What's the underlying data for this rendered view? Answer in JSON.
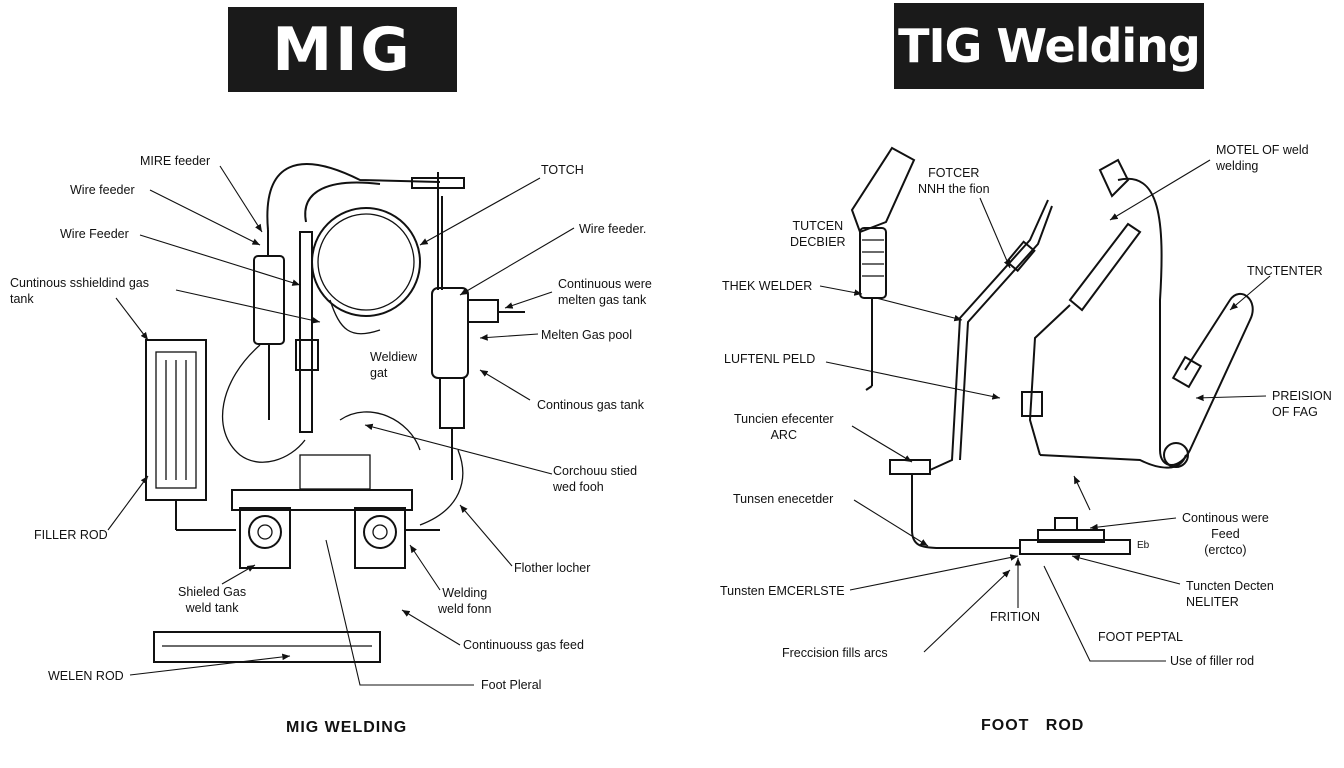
{
  "titles": {
    "mig": "MIG",
    "tig": "TIG Welding"
  },
  "captions": {
    "mig": "MIG  WELDING",
    "tig": "FOOT   ROD"
  },
  "mig_labels": {
    "mire_feeder": "MIRE feeder",
    "wire_feeder_1": "Wire feeder",
    "wire_feeder_2": "Wire Feeder",
    "gas_tank": "Cuntinous sshieldind gas\ntank",
    "totch": "TOTCH",
    "wire_feeder_3": "Wire feeder.",
    "continuous_were": "Continuous were\nmelten gas tank",
    "melten_gas_pool": "Melten Gas pool",
    "weldiew_gat": "Weldiew\ngat",
    "continous_gas_tank": "Continous gas tank",
    "corchouu": "Corchouu stied\nwed fooh",
    "filler_rod": "FILLER ROD",
    "flother_locher": "Flother locher",
    "shieled_gas": "Shieled Gas\nweld tank",
    "welding_weld_fonn": "Welding\nweld fonn",
    "continuous_gas_feed": "Continuouss gas feed",
    "welen_rod": "WELEN ROD",
    "foot_pleral": "Foot Pleral"
  },
  "tig_labels": {
    "fotcer": "FOTCER\nNNH the fion",
    "motel": "MOTEL OF weld\nwelding",
    "tutcen": "TUTCEN\nDECBIER",
    "tnctenter": "TNCTENTER",
    "thek_welder": "THEK WELDER",
    "luftenl_peld": "LUFTENL PELD",
    "preision": "PREISION\nOF FAG",
    "tuncien_arc": "Tuncien efecenter\nARC",
    "tunsen_enecetder": "Tunsen enecetder",
    "continous_were_feed": "Continous were\nFeed\n(erctco)",
    "eb": "Eb",
    "tunsten_emcerlste": "Tunsten EMCERLSTE",
    "tuncten_decten": "Tuncten Decten\nNELITER",
    "frition": "FRITION",
    "foot_peptal": "FOOT PEPTAL",
    "freccision": "Freccision fills arcs",
    "use_filler": "Use of filler rod"
  }
}
